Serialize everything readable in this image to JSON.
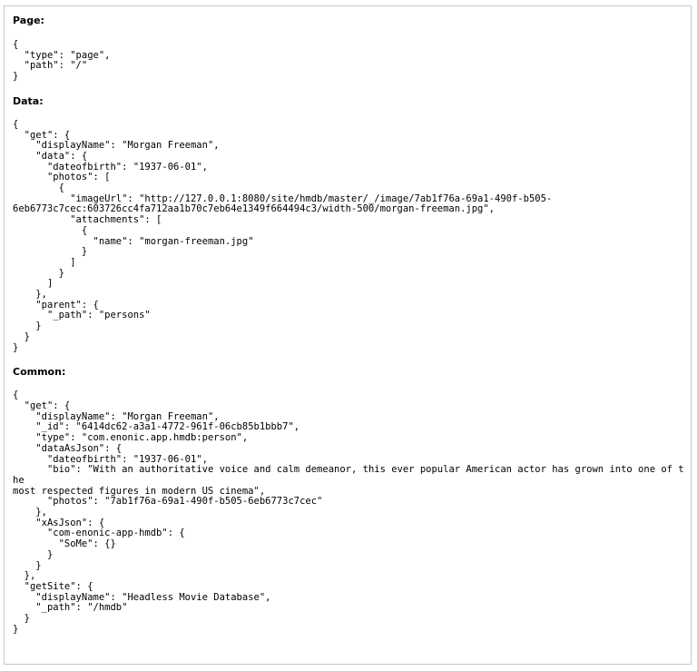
{
  "sections": [
    {
      "heading": "Page:",
      "code": "{\n  \"type\": \"page\",\n  \"path\": \"/\"\n}"
    },
    {
      "heading": "Data:",
      "code": "{\n  \"get\": {\n    \"displayName\": \"Morgan Freeman\",\n    \"data\": {\n      \"dateofbirth\": \"1937-06-01\",\n      \"photos\": [\n        {\n          \"imageUrl\": \"http://127.0.0.1:8080/site/hmdb/master/_/image/7ab1f76a-69a1-490f-b505-\n6eb6773c7cec:603726cc4fa712aa1b70c7eb64e1349f664494c3/width-500/morgan-freeman.jpg\",\n          \"attachments\": [\n            {\n              \"name\": \"morgan-freeman.jpg\"\n            }\n          ]\n        }\n      ]\n    },\n    \"parent\": {\n      \"_path\": \"persons\"\n    }\n  }\n}"
    },
    {
      "heading": "Common:",
      "code": "{\n  \"get\": {\n    \"displayName\": \"Morgan Freeman\",\n    \"_id\": \"6414dc62-a3a1-4772-961f-06cb85b1bbb7\",\n    \"type\": \"com.enonic.app.hmdb:person\",\n    \"dataAsJson\": {\n      \"dateofbirth\": \"1937-06-01\",\n      \"bio\": \"With an authoritative voice and calm demeanor, this ever popular American actor has grown into one of the\nmost respected figures in modern US cinema\",\n      \"photos\": \"7ab1f76a-69a1-490f-b505-6eb6773c7cec\"\n    },\n    \"xAsJson\": {\n      \"com-enonic-app-hmdb\": {\n        \"SoMe\": {}\n      }\n    }\n  },\n  \"getSite\": {\n    \"displayName\": \"Headless Movie Database\",\n    \"_path\": \"/hmdb\"\n  }\n}"
    }
  ]
}
